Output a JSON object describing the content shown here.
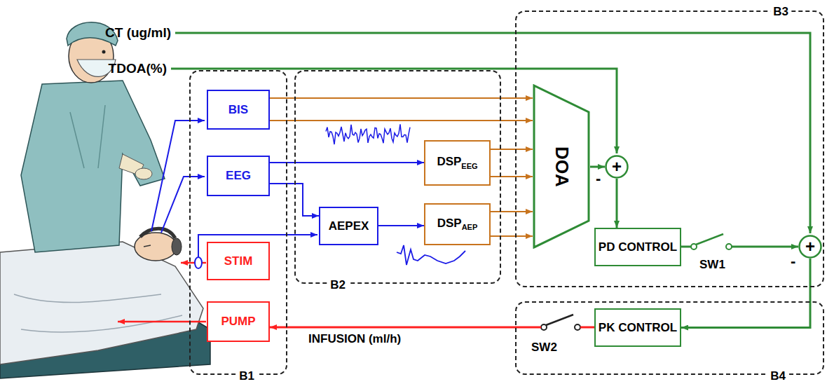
{
  "diagram": {
    "nodes": [
      {
        "text": [
          "B1"
        ]
      },
      {
        "text": [
          "BIS"
        ],
        "in": 0
      },
      {
        "text": [
          "EEG"
        ],
        "in": 0
      },
      {
        "text": [
          "STIM"
        ],
        "in": 0
      },
      {
        "text": [
          "PUMP"
        ],
        "in": 0
      },
      {
        "text": [
          "B2"
        ]
      },
      {
        "text": [
          "DSP",
          "EEG"
        ],
        "in": 5
      },
      {
        "text": [
          "AEPEX"
        ],
        "in": 5
      },
      {
        "text": [
          "DSP",
          "AEP"
        ],
        "in": 5
      },
      {
        "text": [
          "B3"
        ]
      },
      {
        "text": [
          "DOA"
        ],
        "in": 9
      },
      {
        "text": [
          "+"
        ],
        "in": 9
      },
      {
        "text": [
          "PD CONTROL"
        ],
        "in": 9
      },
      {
        "text": [
          "+"
        ],
        "in": 9
      },
      {
        "text": [
          "B4"
        ]
      },
      {
        "text": [
          "PK CONTROL"
        ],
        "in": 14
      }
    ],
    "edges": [
      {
        "from": 1,
        "to": 10,
        "arrow": "to"
      },
      {
        "from": 1,
        "to": 10,
        "arrow": "to"
      },
      {
        "from": 2,
        "to": 6,
        "arrow": "to"
      },
      {
        "from": 2,
        "to": 7,
        "arrow": "to"
      },
      {
        "from": 7,
        "to": 8,
        "arrow": "to"
      },
      {
        "from": 6,
        "to": 10,
        "arrow": "to"
      },
      {
        "from": 6,
        "to": 10,
        "arrow": "to"
      },
      {
        "from": 8,
        "to": 10,
        "arrow": "to"
      },
      {
        "from": 8,
        "to": 10,
        "arrow": "to"
      },
      {
        "from": 10,
        "to": 11,
        "arrow": "to"
      },
      {
        "from": 11,
        "to": 12,
        "arrow": "to"
      },
      {
        "from": 12,
        "to": 13,
        "arrow": "to"
      },
      {
        "from": 13,
        "to": 15,
        "arrow": "to"
      },
      {
        "from": 15,
        "to": 4,
        "label": "INFUSION (ml/h)",
        "arrow": "to"
      }
    ],
    "labels": [
      "CT (ug/ml)",
      "TDOA(%)",
      "-",
      "-",
      "SW1",
      "SW2"
    ]
  }
}
